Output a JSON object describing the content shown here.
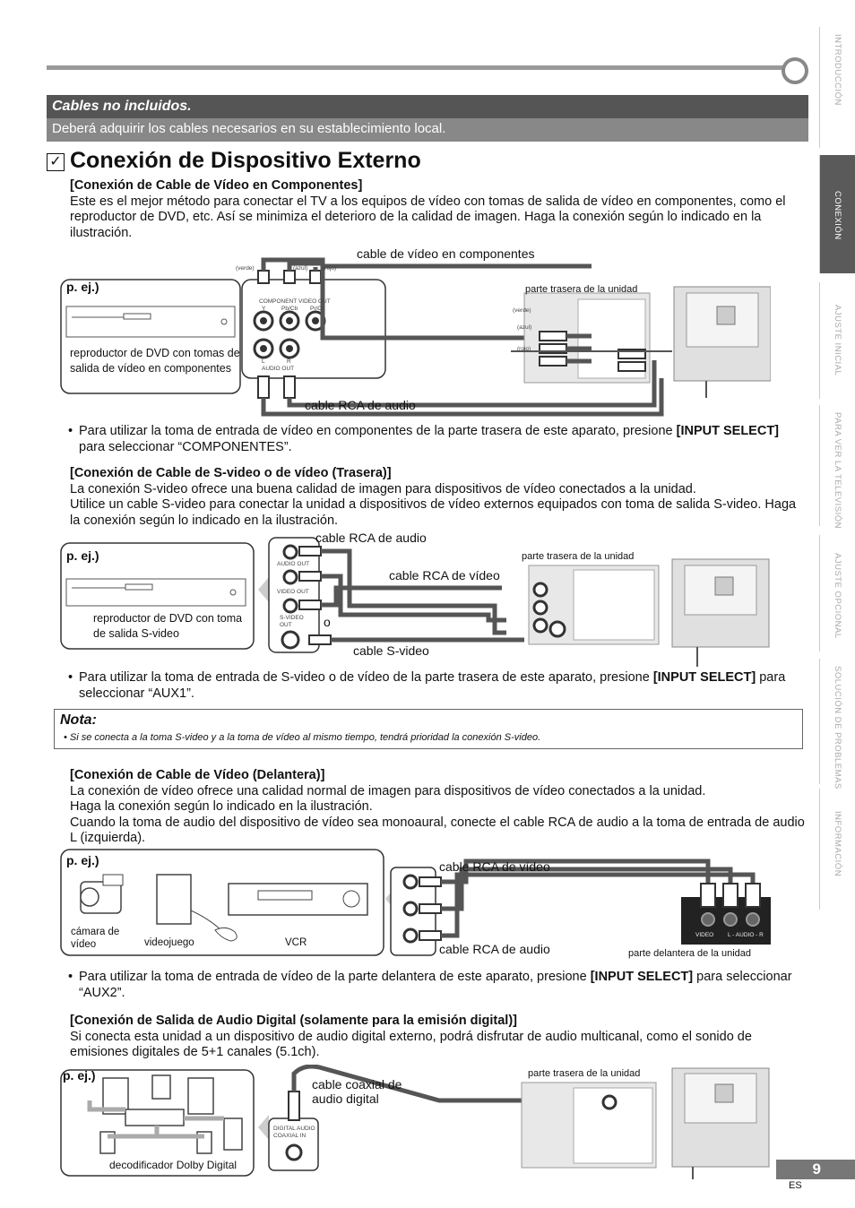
{
  "banner": {
    "title": "Cables no incluidos.",
    "subtitle": "Deberá adquirir los cables necesarios en su establecimiento local."
  },
  "heading": "Conexión de Dispositivo Externo",
  "sidebar": {
    "tabs": [
      {
        "label": "INTRODUCCIÓN",
        "active": false
      },
      {
        "label": "CONEXIÓN",
        "active": true
      },
      {
        "label": "AJUSTE INICIAL",
        "active": false
      },
      {
        "label": "PARA VER LA TELEVISIÓN",
        "active": false
      },
      {
        "label": "AJUSTE OPCIONAL",
        "active": false
      },
      {
        "label": "SOLUCIÓN DE PROBLEMAS",
        "active": false
      },
      {
        "label": "INFORMACIÓN",
        "active": false
      }
    ]
  },
  "section1": {
    "title": "[Conexión de Cable de Vídeo en Componentes]",
    "body": "Este es el mejor método para conectar el TV a los equipos de vídeo con tomas de salida de vídeo en componentes, como el reproductor de DVD, etc. Así se minimiza el deterioro de la calidad de imagen. Haga la conexión según lo indicado en la ilustración.",
    "example": "p. ej.)",
    "device_label": "reproductor de DVD con tomas de salida de vídeo en componentes",
    "cable_component": "cable de vídeo en componentes",
    "cable_audio": "cable RCA de audio",
    "rear": "parte trasera de la unidad",
    "colors": [
      "(verde)",
      "(azul)",
      "(rojo)"
    ],
    "jack_header": "COMPONENT VIDEO OUT",
    "jack_cols": [
      "Y",
      "Pb/Cb",
      "Pr/Cr"
    ],
    "audio_out": "AUDIO OUT",
    "audio_lr": [
      "L",
      "R"
    ],
    "bullet_pre": "Para utilizar la toma de entrada de vídeo en componentes de la parte trasera de este aparato, presione ",
    "bullet_bold": "[INPUT SELECT]",
    "bullet_post": " para seleccionar “COMPONENTES”."
  },
  "section2": {
    "title": "[Conexión de Cable de S-video o de vídeo (Trasera)]",
    "body1": "La conexión S-video ofrece una buena calidad de imagen para dispositivos de vídeo conectados a la unidad.",
    "body2": "Utilice un cable S-video para conectar la unidad a dispositivos de vídeo externos equipados con toma de salida S-video. Haga la conexión según lo indicado en la ilustración.",
    "example": "p. ej.)",
    "device_label": "reproductor de DVD con toma de salida S-video",
    "cable_audio": "cable RCA de audio",
    "cable_video": "cable RCA de vídeo",
    "cable_svideo": "cable S-video",
    "or": "o",
    "rear": "parte trasera de la unidad",
    "jacks": [
      "AUDIO OUT",
      "VIDEO OUT",
      "S-VIDEO OUT"
    ],
    "bullet_pre": "Para utilizar la toma de entrada de S-video o de vídeo de la parte trasera de este aparato, presione ",
    "bullet_bold": "[INPUT SELECT]",
    "bullet_post": " para seleccionar “AUX1”."
  },
  "nota": {
    "title": "Nota:",
    "text": "• Si se conecta a la toma S-video y a la toma de vídeo al mismo tiempo, tendrá prioridad la conexión S-video."
  },
  "section3": {
    "title": "[Conexión de Cable de Vídeo (Delantera)]",
    "body1": "La conexión de vídeo ofrece una calidad normal de imagen para dispositivos de vídeo conectados a la unidad.",
    "body2": "Haga la conexión según lo indicado en la ilustración.",
    "body3": "Cuando la toma de audio del dispositivo de vídeo sea monoaural, conecte el cable RCA de audio a la toma de entrada de audio L (izquierda).",
    "example": "p. ej.)",
    "devices": [
      "cámara de vídeo",
      "videojuego",
      "VCR"
    ],
    "cable_video": "cable RCA de vídeo",
    "cable_audio": "cable RCA de audio",
    "front": "parte delantera de la unidad",
    "front_jacks": [
      "VIDEO",
      "L - AUDIO - R"
    ],
    "bullet_pre": "Para utilizar la toma de entrada de vídeo de la parte delantera de este aparato, presione ",
    "bullet_bold": "[INPUT SELECT]",
    "bullet_post": " para seleccionar “AUX2”."
  },
  "section4": {
    "title": "[Conexión de Salida de Audio Digital (solamente para la emisión digital)]",
    "body": "Si conecta esta unidad a un dispositivo de audio digital externo, podrá disfrutar de audio multicanal, como el sonido de emisiones digitales de 5+1 canales (5.1ch).",
    "example": "p. ej.)",
    "device_label": "decodificador Dolby Digital",
    "cable": "cable coaxial de audio digital",
    "rear": "parte trasera de la unidad",
    "jack": "DIGITAL AUDIO COAXIAL IN"
  },
  "footer": {
    "page": "9",
    "lang": "ES"
  }
}
